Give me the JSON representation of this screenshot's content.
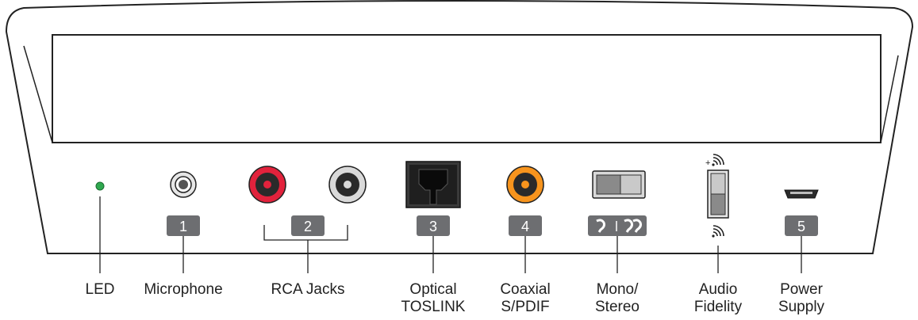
{
  "colors": {
    "outline": "#222222",
    "badge_bg": "#6d6e71",
    "badge_text": "#ffffff",
    "led_green": "#2fa84f",
    "rca_red": "#e2223c",
    "rca_white": "#d9d9d9",
    "coax_orange": "#f7941d",
    "optical_dark": "#2b2b2b",
    "switch_grey": "#b3b3b3"
  },
  "badges": {
    "b1": "1",
    "b2": "2",
    "b3": "3",
    "b4": "4",
    "b5": "5"
  },
  "labels": {
    "led": "LED",
    "microphone": "Microphone",
    "rca_jacks": "RCA Jacks",
    "optical_line1": "Optical",
    "optical_line2": "TOSLINK",
    "coaxial_line1": "Coaxial",
    "coaxial_line2": "S/PDIF",
    "mono_line1": "Mono/",
    "mono_line2": "Stereo",
    "audio_line1": "Audio",
    "audio_line2": "Fidelity",
    "power_line1": "Power",
    "power_line2": "Supply"
  },
  "icons": {
    "mono_stereo_badge": "mono-stereo-symbols-icon",
    "fidelity_plus": "signal-waves-plus-icon",
    "fidelity_minus": "signal-waves-icon"
  }
}
